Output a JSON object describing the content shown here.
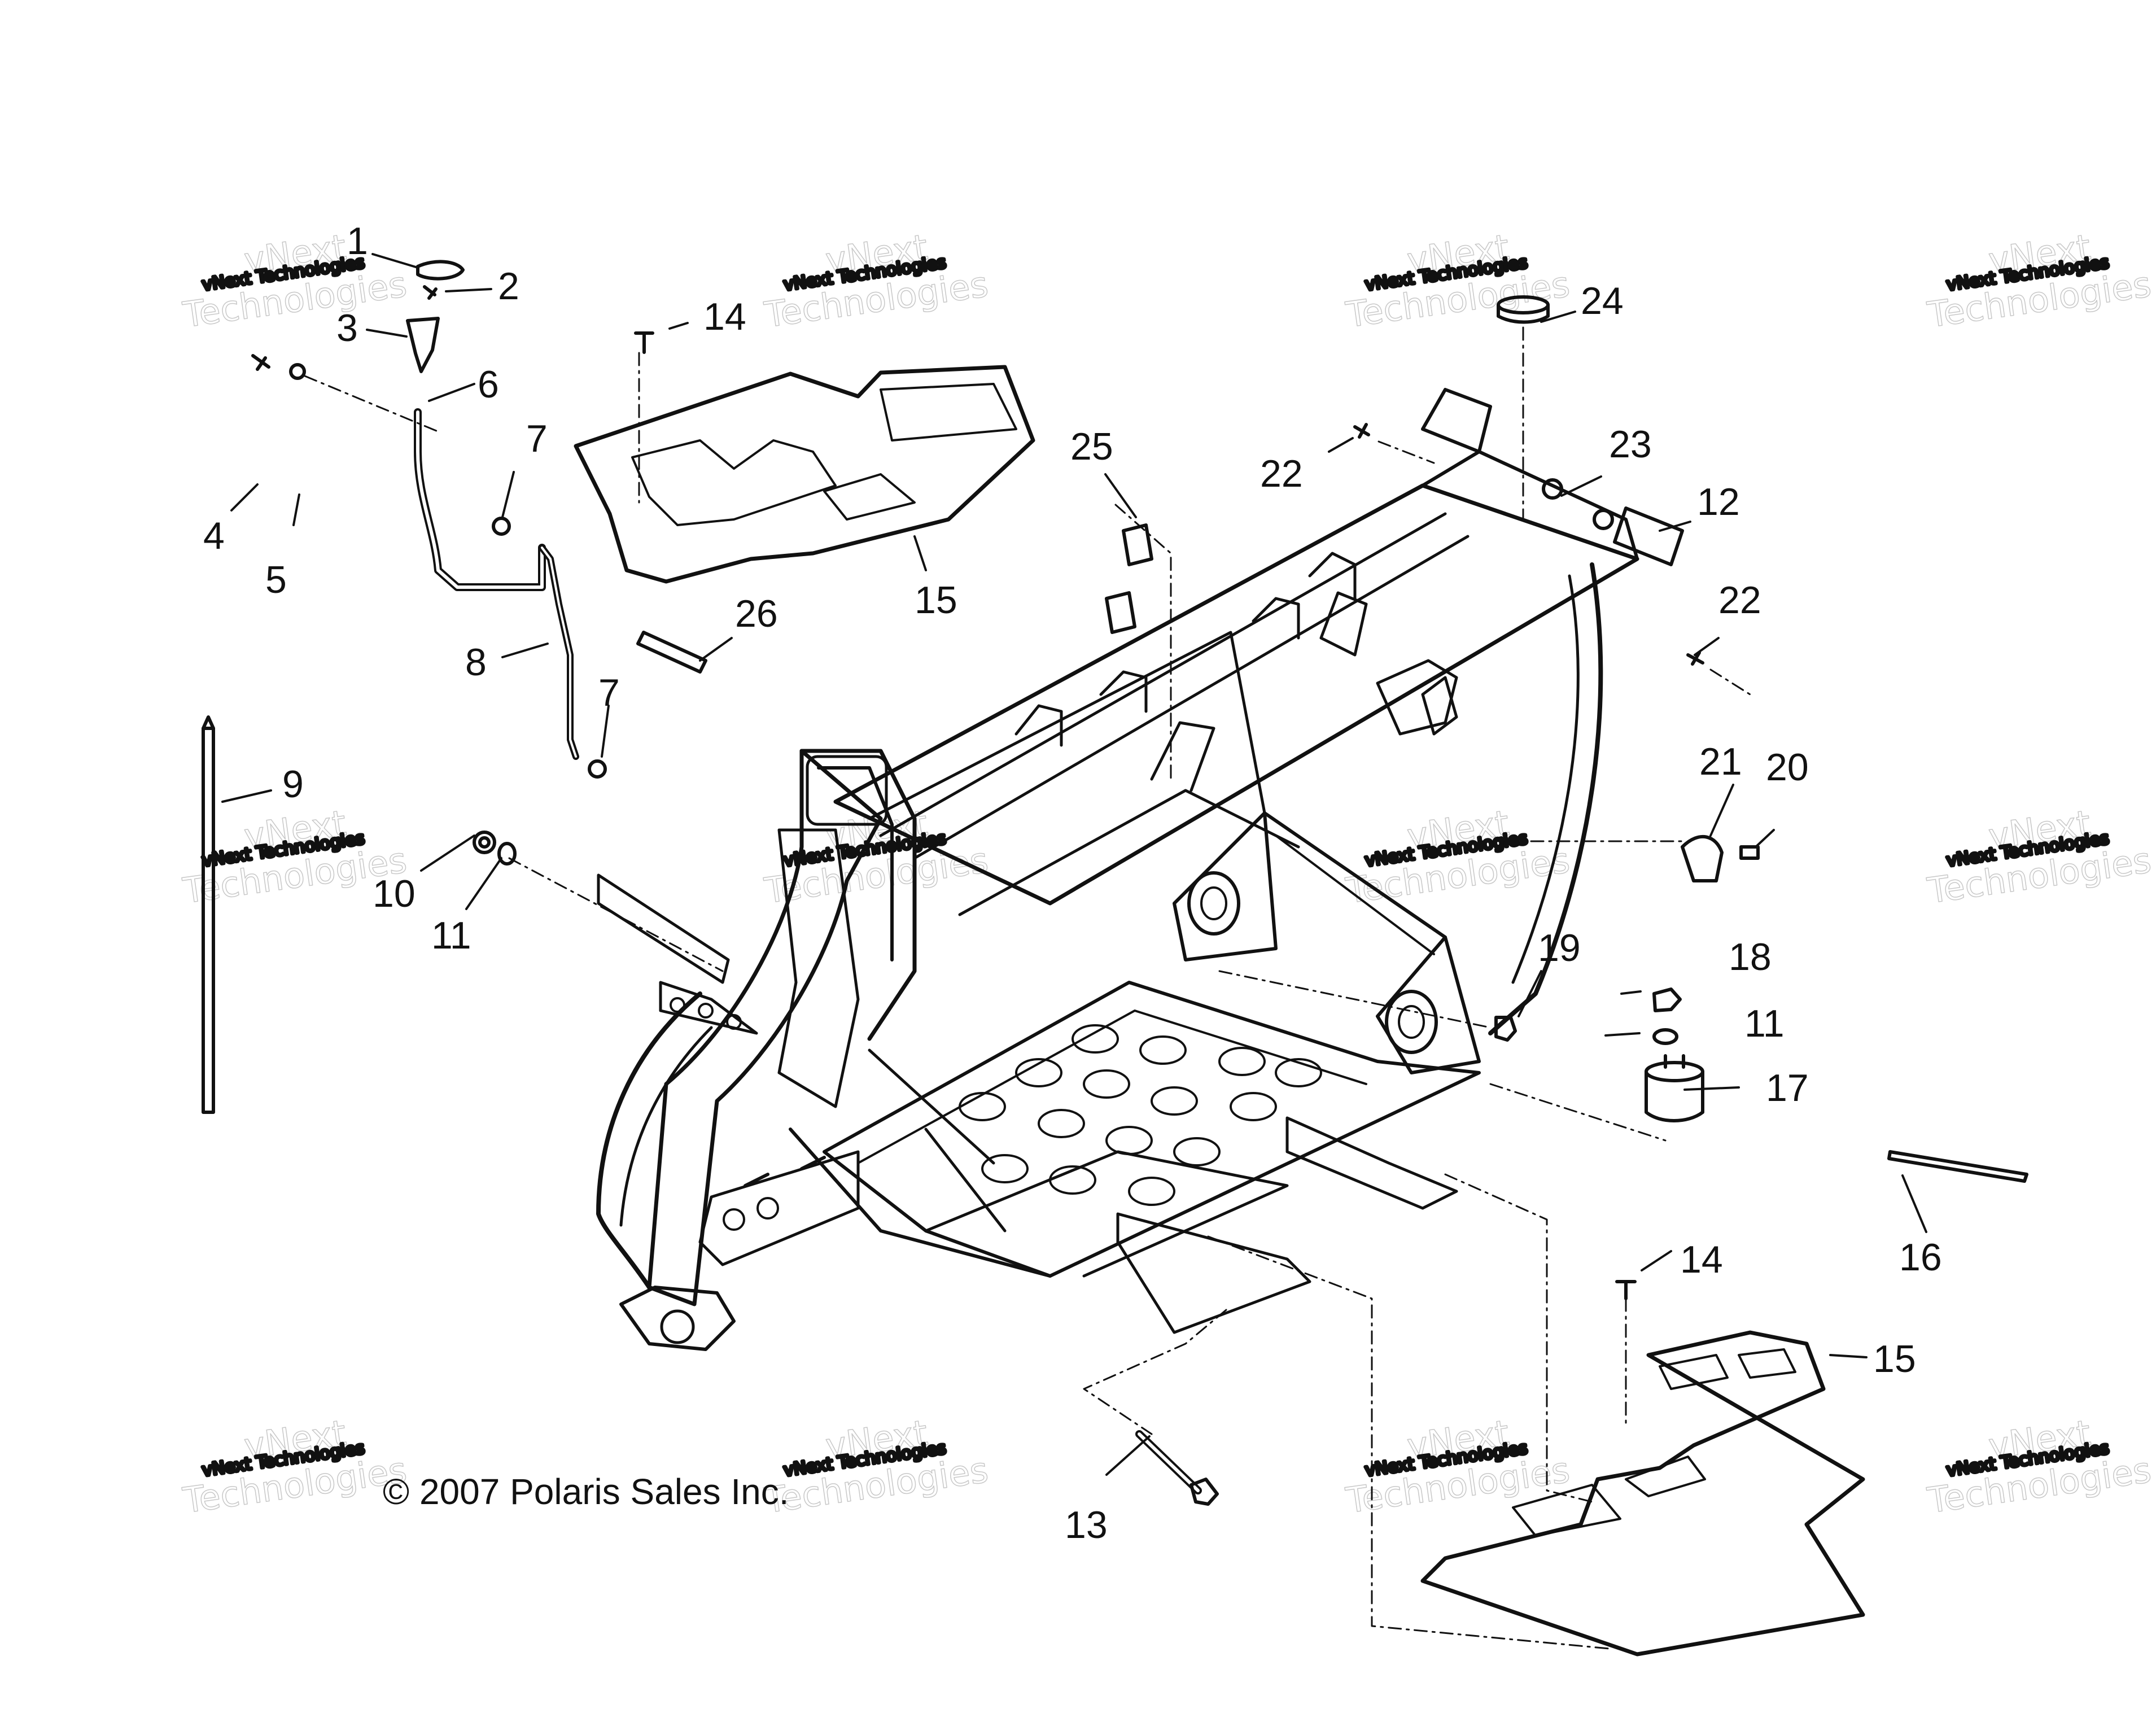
{
  "copyright": "© 2007 Polaris Sales Inc.",
  "watermark": {
    "line1": "vNext Technologies",
    "line2": "vNext",
    "line3": "Technologies"
  },
  "callouts": {
    "c1": "1",
    "c2": "2",
    "c3": "3",
    "c4": "4",
    "c5": "5",
    "c6": "6",
    "c7a": "7",
    "c7b": "7",
    "c8": "8",
    "c9": "9",
    "c10": "10",
    "c11a": "11",
    "c11b": "11",
    "c12": "12",
    "c13": "13",
    "c14a": "14",
    "c14b": "14",
    "c15a": "15",
    "c15b": "15",
    "c16": "16",
    "c17": "17",
    "c18": "18",
    "c19": "19",
    "c20": "20",
    "c21": "21",
    "c22a": "22",
    "c22b": "22",
    "c23": "23",
    "c24": "24",
    "c25": "25",
    "c26": "26"
  },
  "colors": {
    "ink": "#111111",
    "watermark": "#c8c8c8",
    "background": "#ffffff"
  }
}
